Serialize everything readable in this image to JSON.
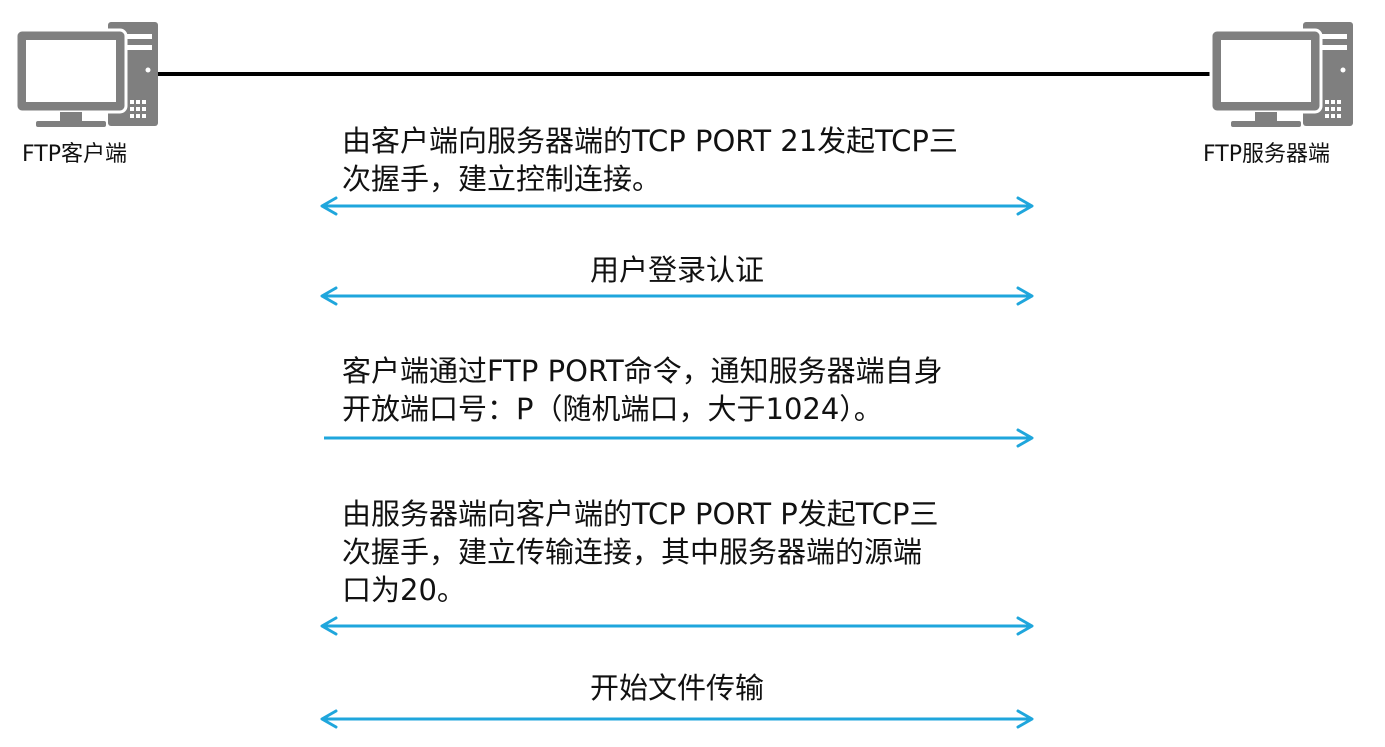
{
  "nodes": {
    "client": {
      "label": "FTP客户端",
      "icon": "computer-icon"
    },
    "server": {
      "label": "FTP服务器端",
      "icon": "computer-icon"
    }
  },
  "colors": {
    "arrow": "#1fa6dc",
    "link": "#000000",
    "icon": "#7f7f7f"
  },
  "steps": [
    {
      "lines": [
        "由客户端向服务器端的TCP PORT 21发起TCP三",
        "次握手，建立控制连接。"
      ],
      "direction": "both"
    },
    {
      "lines": [
        "用户登录认证"
      ],
      "direction": "both"
    },
    {
      "lines": [
        "客户端通过FTP PORT命令，通知服务器端自身",
        "开放端口号：P（随机端口，大于1024）。"
      ],
      "direction": "right"
    },
    {
      "lines": [
        "由服务器端向客户端的TCP PORT P发起TCP三",
        "次握手，建立传输连接，其中服务器端的源端",
        "口为20。"
      ],
      "direction": "both"
    },
    {
      "lines": [
        "开始文件传输"
      ],
      "direction": "both"
    }
  ]
}
